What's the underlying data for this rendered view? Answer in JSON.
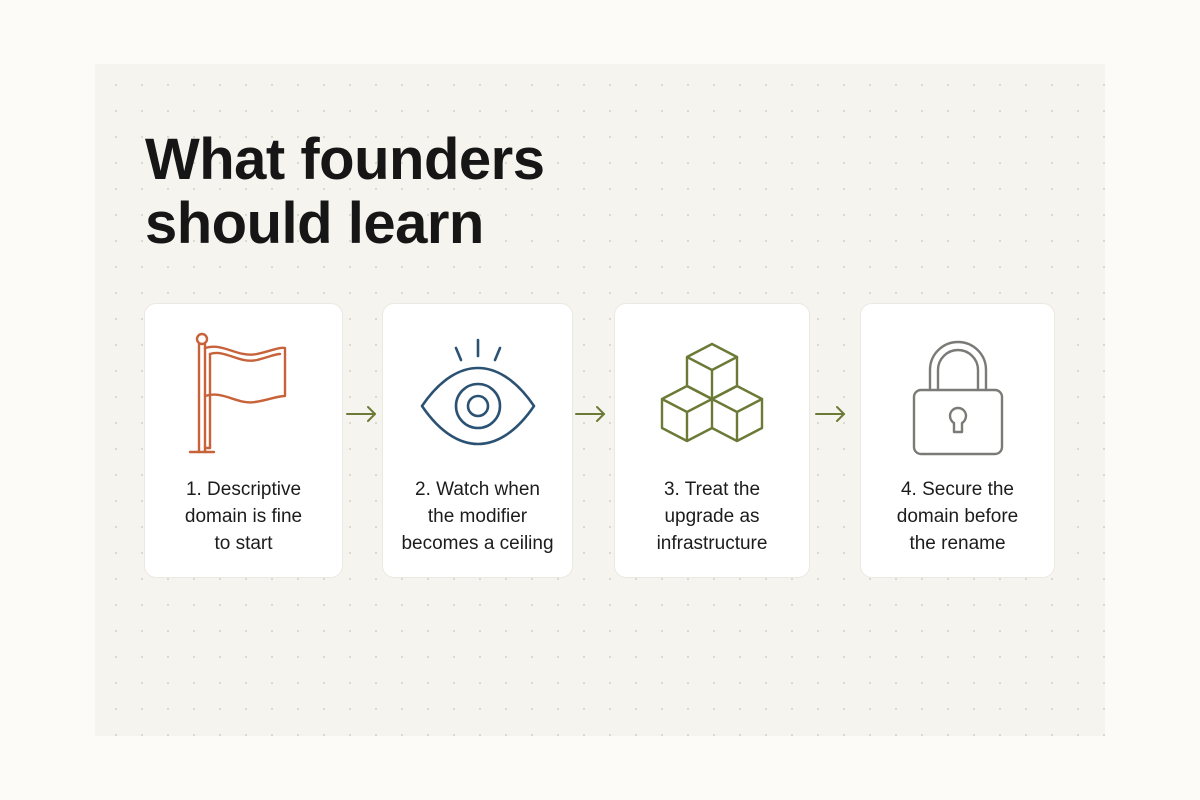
{
  "title": "What founders\nshould learn",
  "steps": [
    {
      "label": "1. Descriptive\ndomain is fine\nto start",
      "icon": "flag-icon",
      "color": "#c8623b"
    },
    {
      "label": "2. Watch when\nthe modifier\nbecomes a ceiling",
      "icon": "eye-icon",
      "color": "#2b5273"
    },
    {
      "label": "3. Treat the\nupgrade as\ninfrastructure",
      "icon": "cubes-icon",
      "color": "#6b7a36"
    },
    {
      "label": "4. Secure the\ndomain before\nthe rename",
      "icon": "lock-icon",
      "color": "#7a7a76"
    }
  ],
  "arrow_color": "#6b7a36"
}
